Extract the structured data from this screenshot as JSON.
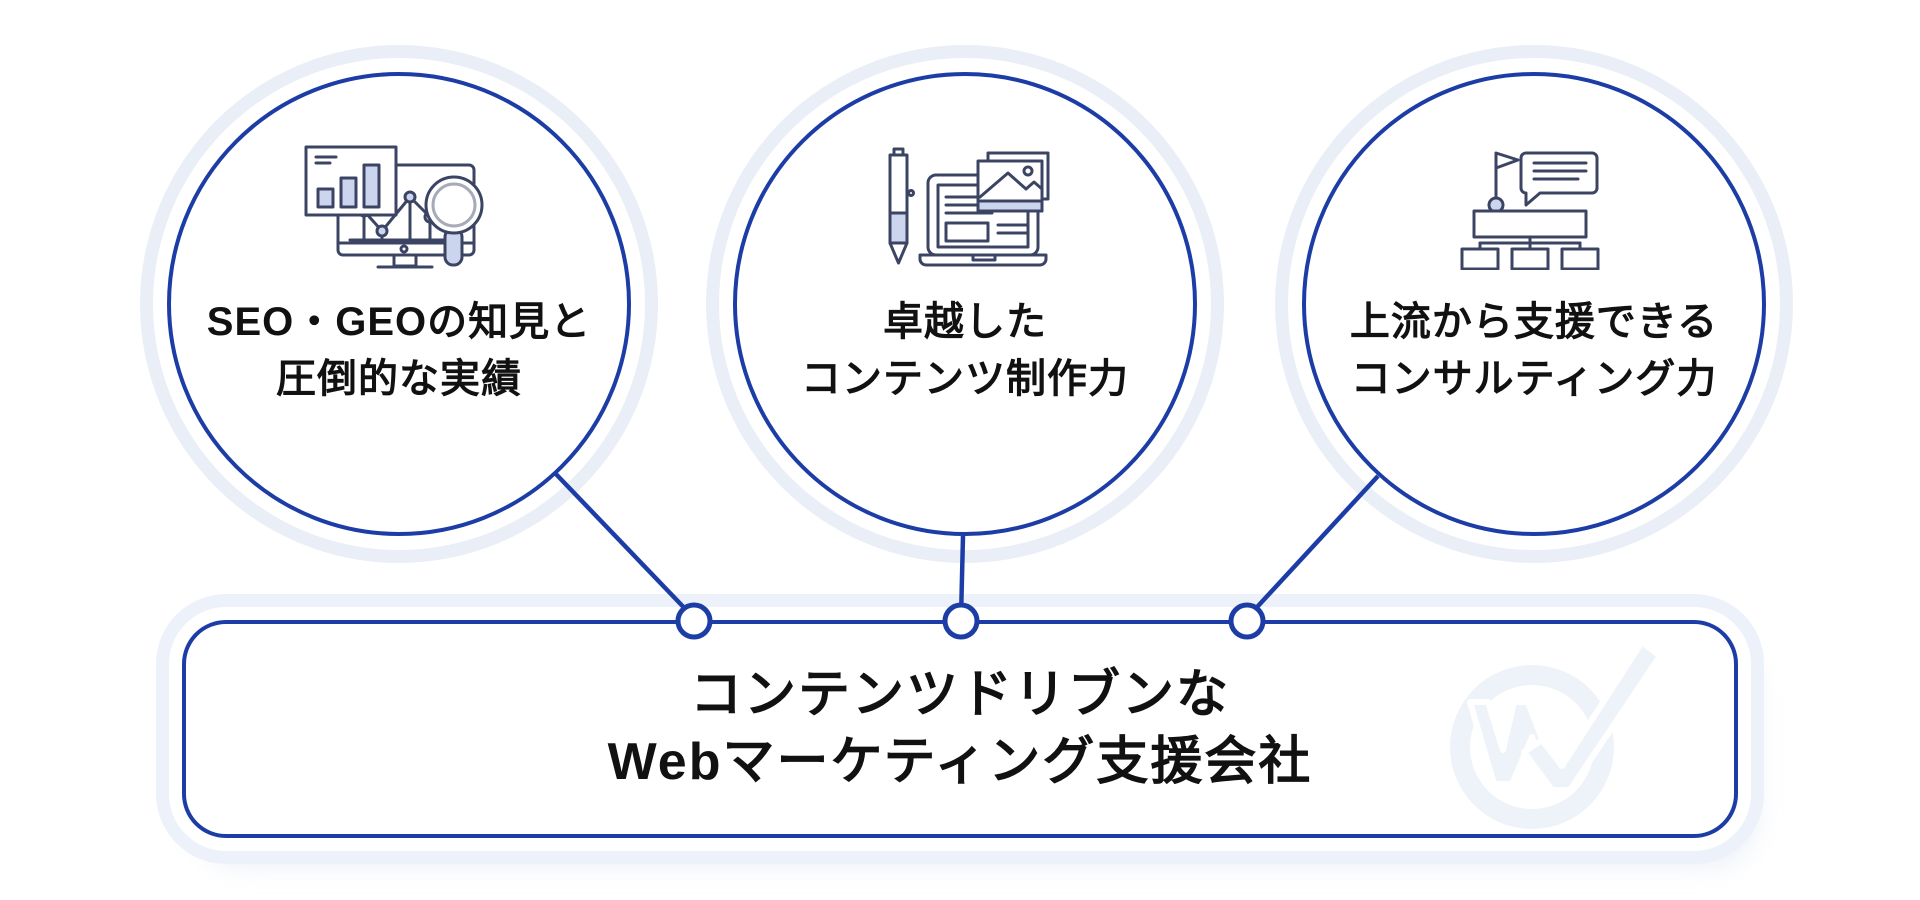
{
  "diagram": {
    "features": [
      {
        "icon": "analytics-monitor-magnifier-icon",
        "caption_line1": "SEO・GEOの知見と",
        "caption_line2": "圧倒的な実績"
      },
      {
        "icon": "pen-laptop-content-icon",
        "caption_line1": "卓越した",
        "caption_line2": "コンテンツ制作力"
      },
      {
        "icon": "flag-orgchart-consulting-icon",
        "caption_line1": "上流から支援できる",
        "caption_line2": "コンサルティング力"
      }
    ],
    "conclusion": {
      "line1": "コンテンツドリブンな",
      "line2": "Webマーケティング支援会社"
    },
    "logo": "w-checkmark-watermark",
    "colors": {
      "primary_blue": "#1d3da6",
      "halo_ring": "#e9eef7",
      "icon_stroke": "#3c4464",
      "icon_accent_fill": "#ccd5ee",
      "text": "#111111",
      "logo_watermark": "#eef2f9"
    }
  }
}
